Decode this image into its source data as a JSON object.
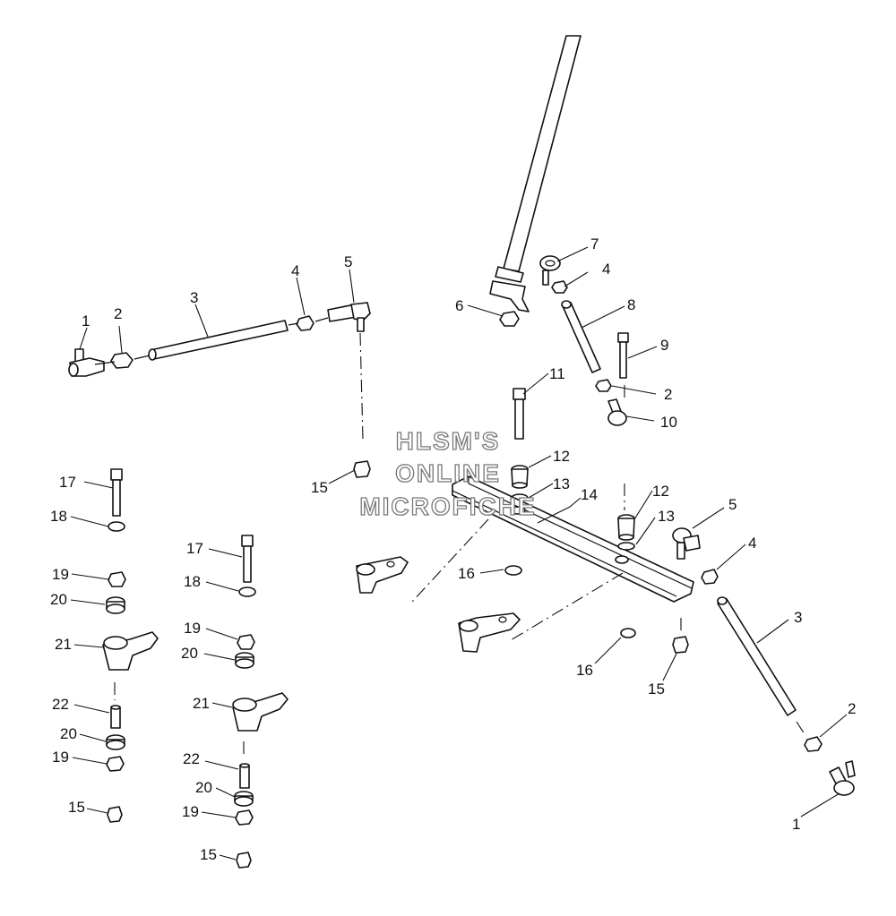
{
  "watermark": {
    "line1": "HLSM'S",
    "line2": "ONLINE",
    "line3": "MICROFICHE"
  },
  "callouts": {
    "tie_rod_end_left": "1",
    "jam_nut_left": "2",
    "tie_rod_left": "3",
    "nut_left": "4",
    "ball_joint_left": "5",
    "nut_steering": "6",
    "rod_end_upper": "7",
    "nut_upper": "4",
    "drag_link": "8",
    "bolt_drag": "9",
    "jam_nut_drag": "2",
    "rod_end_lower": "10",
    "bolt_center": "11",
    "bushing_top": "12",
    "washer_top": "13",
    "lock_nut_center": "15",
    "steering_arm": "14",
    "bushing_mid": "12",
    "washer_mid": "13",
    "ball_joint_right": "5",
    "nut_right": "4",
    "tie_rod_right": "3",
    "jam_nut_right": "2",
    "tie_rod_end_right": "1",
    "flange_nut_a": "16",
    "flange_nut_b": "16",
    "lock_nut_right": "15",
    "bolt_a": "17",
    "washer_a": "18",
    "nut_a": "19",
    "spacer_a": "20",
    "spindle_a": "21",
    "pin_a": "22",
    "spacer_a2": "20",
    "nut_a2": "19",
    "lock_nut_a": "15",
    "bolt_b": "17",
    "washer_b": "18",
    "nut_b": "19",
    "spacer_b": "20",
    "spindle_b": "21",
    "pin_b": "22",
    "spacer_b2": "20",
    "nut_b2": "19",
    "lock_nut_b": "15"
  }
}
